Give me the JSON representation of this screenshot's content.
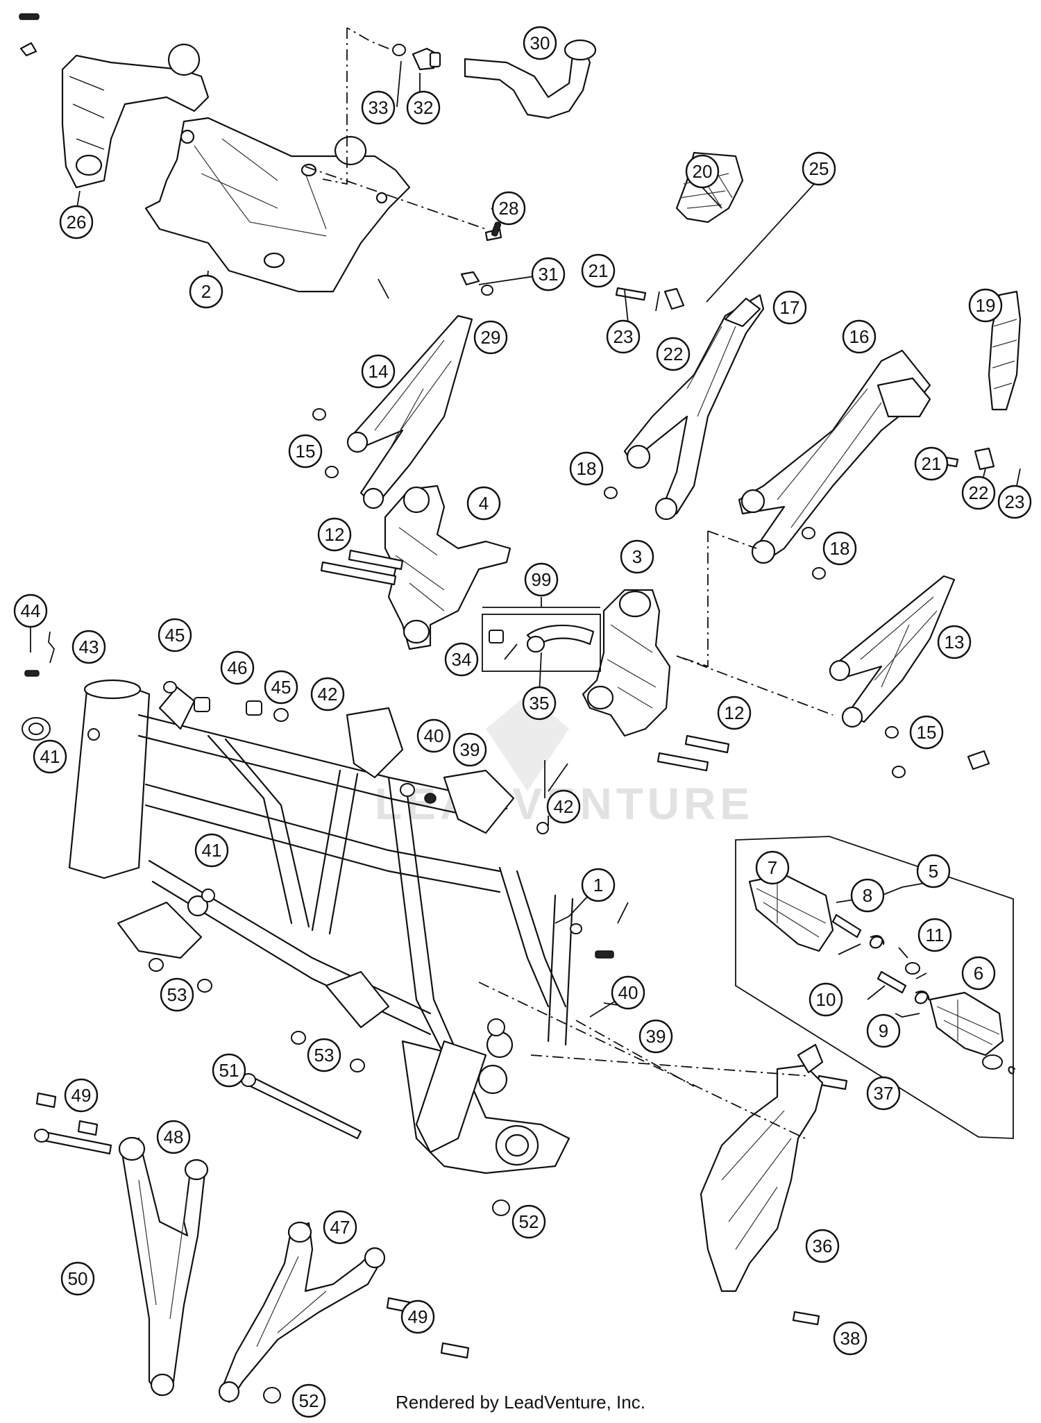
{
  "footer": {
    "text": "Rendered by LeadVenture, Inc."
  },
  "watermark": {
    "text": "LEADVENTURE"
  },
  "callouts": [
    {
      "label": "1"
    },
    {
      "label": "2"
    },
    {
      "label": "3"
    },
    {
      "label": "4"
    },
    {
      "label": "5"
    },
    {
      "label": "6"
    },
    {
      "label": "7"
    },
    {
      "label": "8"
    },
    {
      "label": "9"
    },
    {
      "label": "10"
    },
    {
      "label": "11"
    },
    {
      "label": "12"
    },
    {
      "label": "12"
    },
    {
      "label": "13"
    },
    {
      "label": "14"
    },
    {
      "label": "15"
    },
    {
      "label": "15"
    },
    {
      "label": "16"
    },
    {
      "label": "17"
    },
    {
      "label": "18"
    },
    {
      "label": "18"
    },
    {
      "label": "19"
    },
    {
      "label": "20"
    },
    {
      "label": "21"
    },
    {
      "label": "21"
    },
    {
      "label": "22"
    },
    {
      "label": "22"
    },
    {
      "label": "23"
    },
    {
      "label": "23"
    },
    {
      "label": "25"
    },
    {
      "label": "26"
    },
    {
      "label": "28"
    },
    {
      "label": "29"
    },
    {
      "label": "30"
    },
    {
      "label": "31"
    },
    {
      "label": "32"
    },
    {
      "label": "33"
    },
    {
      "label": "34"
    },
    {
      "label": "35"
    },
    {
      "label": "36"
    },
    {
      "label": "37"
    },
    {
      "label": "38"
    },
    {
      "label": "39"
    },
    {
      "label": "39"
    },
    {
      "label": "40"
    },
    {
      "label": "40"
    },
    {
      "label": "41"
    },
    {
      "label": "41"
    },
    {
      "label": "42"
    },
    {
      "label": "42"
    },
    {
      "label": "43"
    },
    {
      "label": "44"
    },
    {
      "label": "45"
    },
    {
      "label": "45"
    },
    {
      "label": "46"
    },
    {
      "label": "47"
    },
    {
      "label": "48"
    },
    {
      "label": "49"
    },
    {
      "label": "49"
    },
    {
      "label": "50"
    },
    {
      "label": "51"
    },
    {
      "label": "52"
    },
    {
      "label": "52"
    },
    {
      "label": "53"
    },
    {
      "label": "53"
    },
    {
      "label": "99"
    }
  ]
}
